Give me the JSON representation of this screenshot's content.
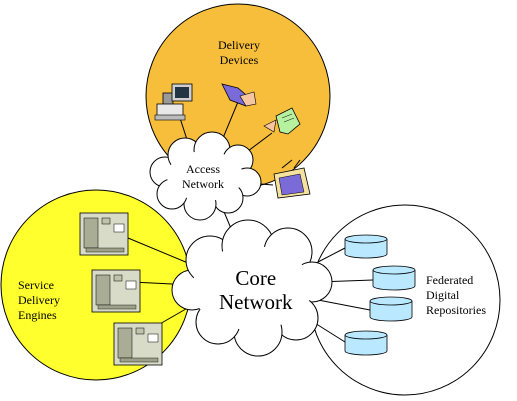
{
  "diagram": {
    "delivery_devices": {
      "line1": "Delivery",
      "line2": "Devices"
    },
    "access_network": {
      "line1": "Access",
      "line2": "Network"
    },
    "core_network": {
      "line1": "Core",
      "line2": "Network"
    },
    "service_engines": {
      "line1": "Service",
      "line2": "Delivery",
      "line3": "Engines"
    },
    "repositories": {
      "line1": "Federated",
      "line2": "Digital",
      "line3": "Repositories"
    }
  },
  "colors": {
    "delivery_circle": "#F7BE3C",
    "service_circle": "#FFFF2E",
    "repository_circle": "#FFFFFF",
    "database": "#B9E8FF",
    "server": "#D8DBC8"
  }
}
